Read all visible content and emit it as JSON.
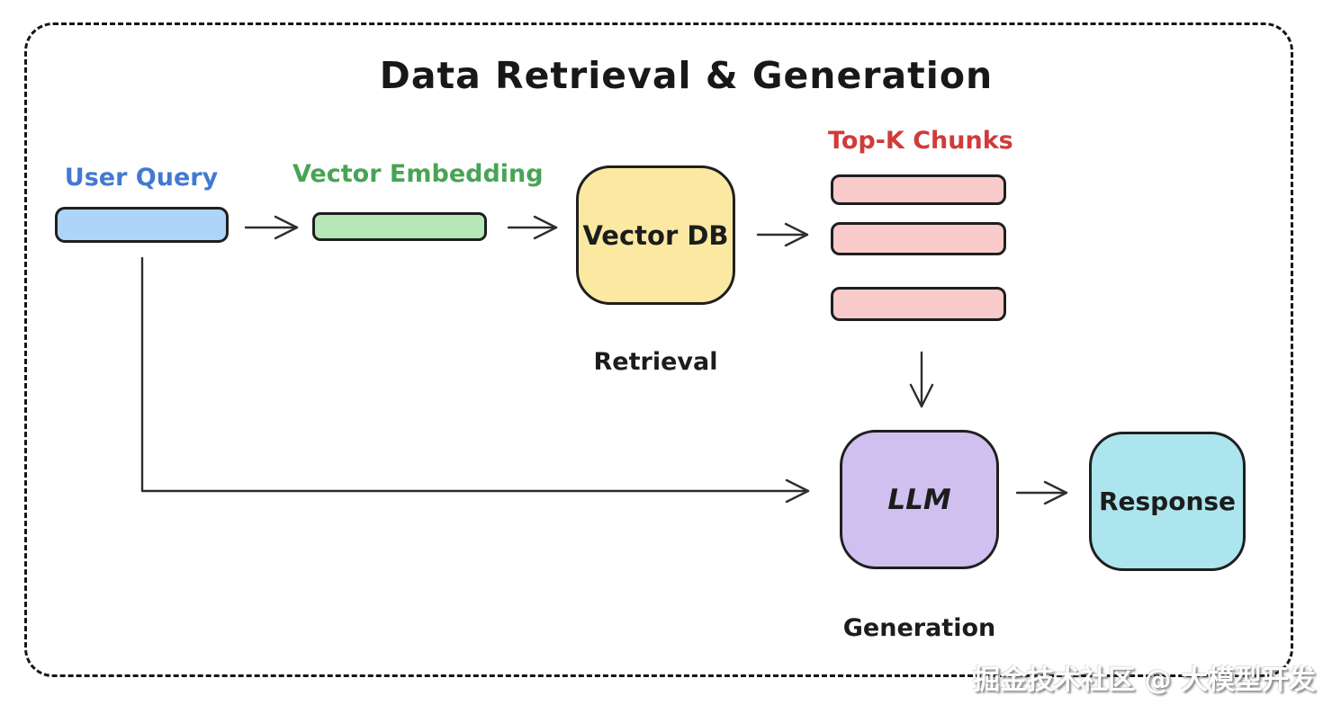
{
  "title": "Data Retrieval & Generation",
  "diagram": {
    "nodes": {
      "user_query": {
        "label": "User Query",
        "label_color": "#4379d1",
        "fill": "#aed5f7"
      },
      "vector_embedding": {
        "label": "Vector Embedding",
        "label_color": "#48a455",
        "fill": "#b5e8b6"
      },
      "vector_db": {
        "label": "Vector DB",
        "fill": "#fbe9a2"
      },
      "top_k_chunks": {
        "label": "Top-K Chunks",
        "label_color": "#d03b3b",
        "fill": "#f8caca",
        "chunk_count": 3
      },
      "llm": {
        "label": "LLM",
        "fill": "#cfc0f0"
      },
      "response": {
        "label": "Response",
        "fill": "#ace5ee"
      }
    },
    "stage_labels": {
      "retrieval": "Retrieval",
      "generation": "Generation"
    },
    "edges": [
      {
        "from": "user_query",
        "to": "vector_embedding"
      },
      {
        "from": "vector_embedding",
        "to": "vector_db"
      },
      {
        "from": "vector_db",
        "to": "top_k_chunks"
      },
      {
        "from": "top_k_chunks",
        "to": "llm"
      },
      {
        "from": "user_query",
        "to": "llm"
      },
      {
        "from": "llm",
        "to": "response"
      }
    ],
    "stroke_color": "#1f1f1f",
    "border_style": "dashed rounded rectangle"
  },
  "watermark": "掘金技术社区 @ 大模型开发"
}
